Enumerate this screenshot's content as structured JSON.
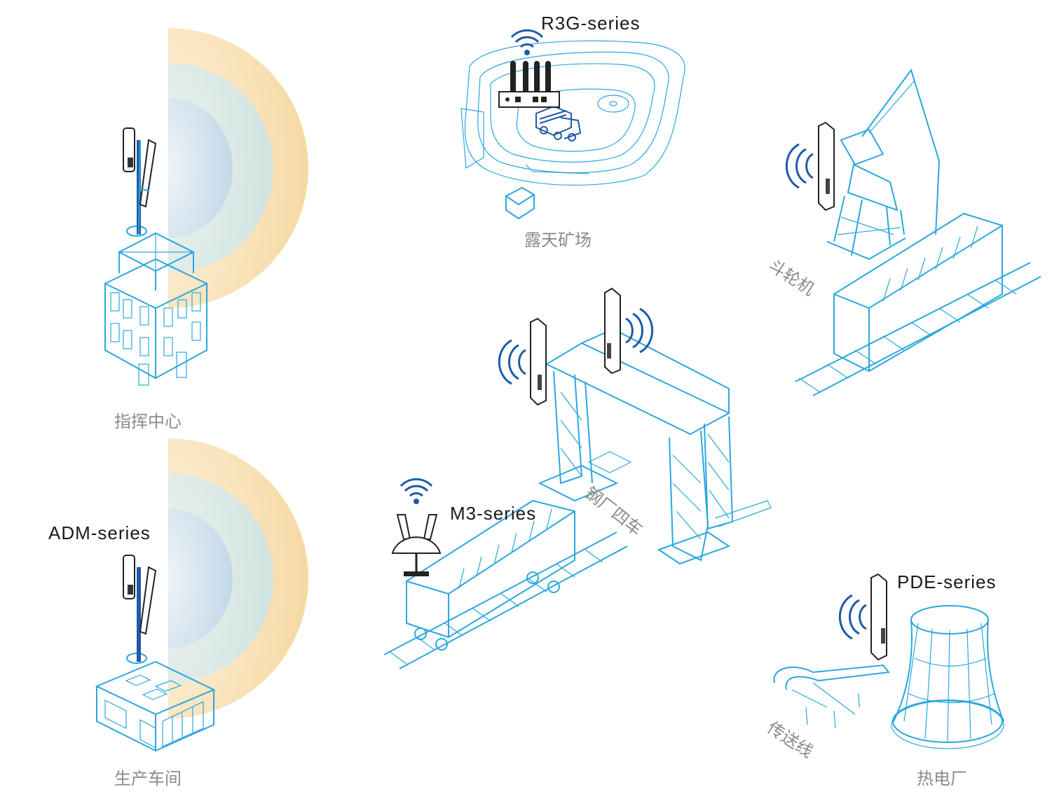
{
  "series_labels": {
    "r3g": "R3G-series",
    "m3": "M3-series",
    "adm": "ADM-series",
    "pde": "PDE-series"
  },
  "place_labels": {
    "open_pit_mine": "露天矿场",
    "bucket_wheel": "斗轮机",
    "command_center": "指挥中心",
    "production_workshop": "生产车间",
    "steel_plant_crane": "钢厂四车",
    "conveyor_line": "传送线",
    "thermal_power_plant": "热电厂"
  },
  "icons": [
    "wifi-signal-icon",
    "antenna-router-icon",
    "outdoor-cpe-icon",
    "base-station-icon"
  ],
  "colors": {
    "line_blue": "#2aa7df",
    "dark_blue": "#1f5aa8",
    "label_gray": "#8a8a8a",
    "series_text": "#1a1a1a",
    "coverage_outer": "#f6d9a3",
    "coverage_mid": "#cfe3e0",
    "coverage_inner": "#c9dbe8"
  }
}
